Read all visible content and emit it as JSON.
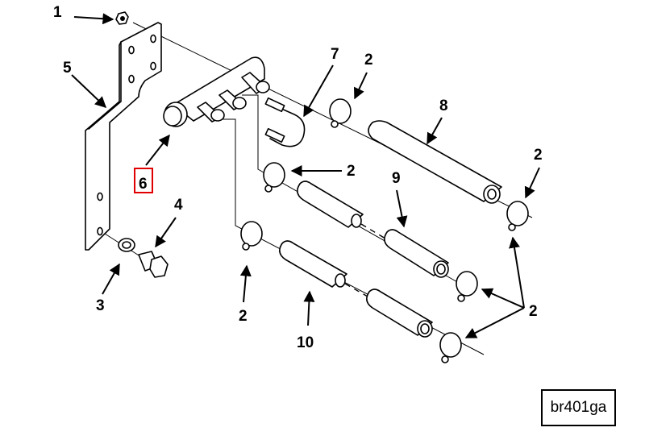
{
  "diagram": {
    "figure_id": "br401ga",
    "highlight_color": "#e00000",
    "highlighted_callout": "6",
    "callouts": [
      {
        "id": "c1",
        "label": "1",
        "part": "nut"
      },
      {
        "id": "c2a",
        "label": "2",
        "part": "hose-clamp"
      },
      {
        "id": "c2b",
        "label": "2",
        "part": "hose-clamp"
      },
      {
        "id": "c2c",
        "label": "2",
        "part": "hose-clamp"
      },
      {
        "id": "c2d",
        "label": "2",
        "part": "hose-clamp"
      },
      {
        "id": "c2e",
        "label": "2",
        "part": "hose-clamp"
      },
      {
        "id": "c3",
        "label": "3",
        "part": "washer"
      },
      {
        "id": "c4",
        "label": "4",
        "part": "bolt"
      },
      {
        "id": "c5",
        "label": "5",
        "part": "bracket"
      },
      {
        "id": "c6",
        "label": "6",
        "part": "manifold"
      },
      {
        "id": "c7",
        "label": "7",
        "part": "u-bolt"
      },
      {
        "id": "c8",
        "label": "8",
        "part": "hose"
      },
      {
        "id": "c9",
        "label": "9",
        "part": "hose"
      },
      {
        "id": "c10",
        "label": "10",
        "part": "hose"
      }
    ]
  }
}
